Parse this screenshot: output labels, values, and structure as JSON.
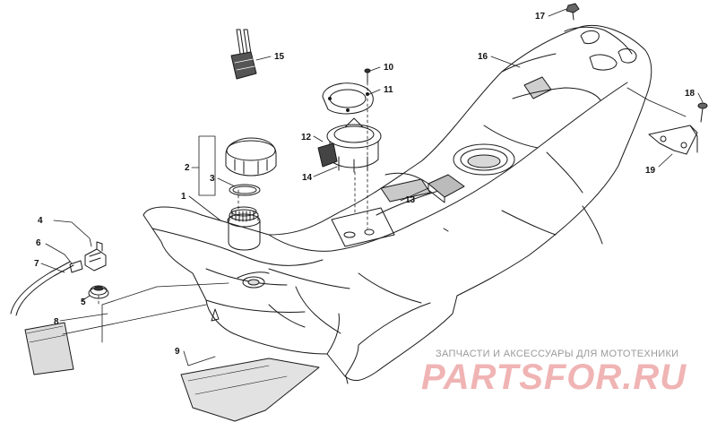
{
  "diagram": {
    "callouts": [
      "1",
      "2",
      "3",
      "4",
      "5",
      "6",
      "7",
      "8",
      "9",
      "10",
      "11",
      "12",
      "13",
      "14",
      "15",
      "16",
      "17",
      "18",
      "19"
    ]
  },
  "watermark": {
    "tagline": "ЗАПЧАСТИ И АКСЕССУАРЫ ДЛЯ МОТОТЕХНИКИ",
    "logo": "PARTSFOR.RU",
    "logo_color": "#f0b4b4",
    "tagline_color": "#9a9a9a"
  }
}
